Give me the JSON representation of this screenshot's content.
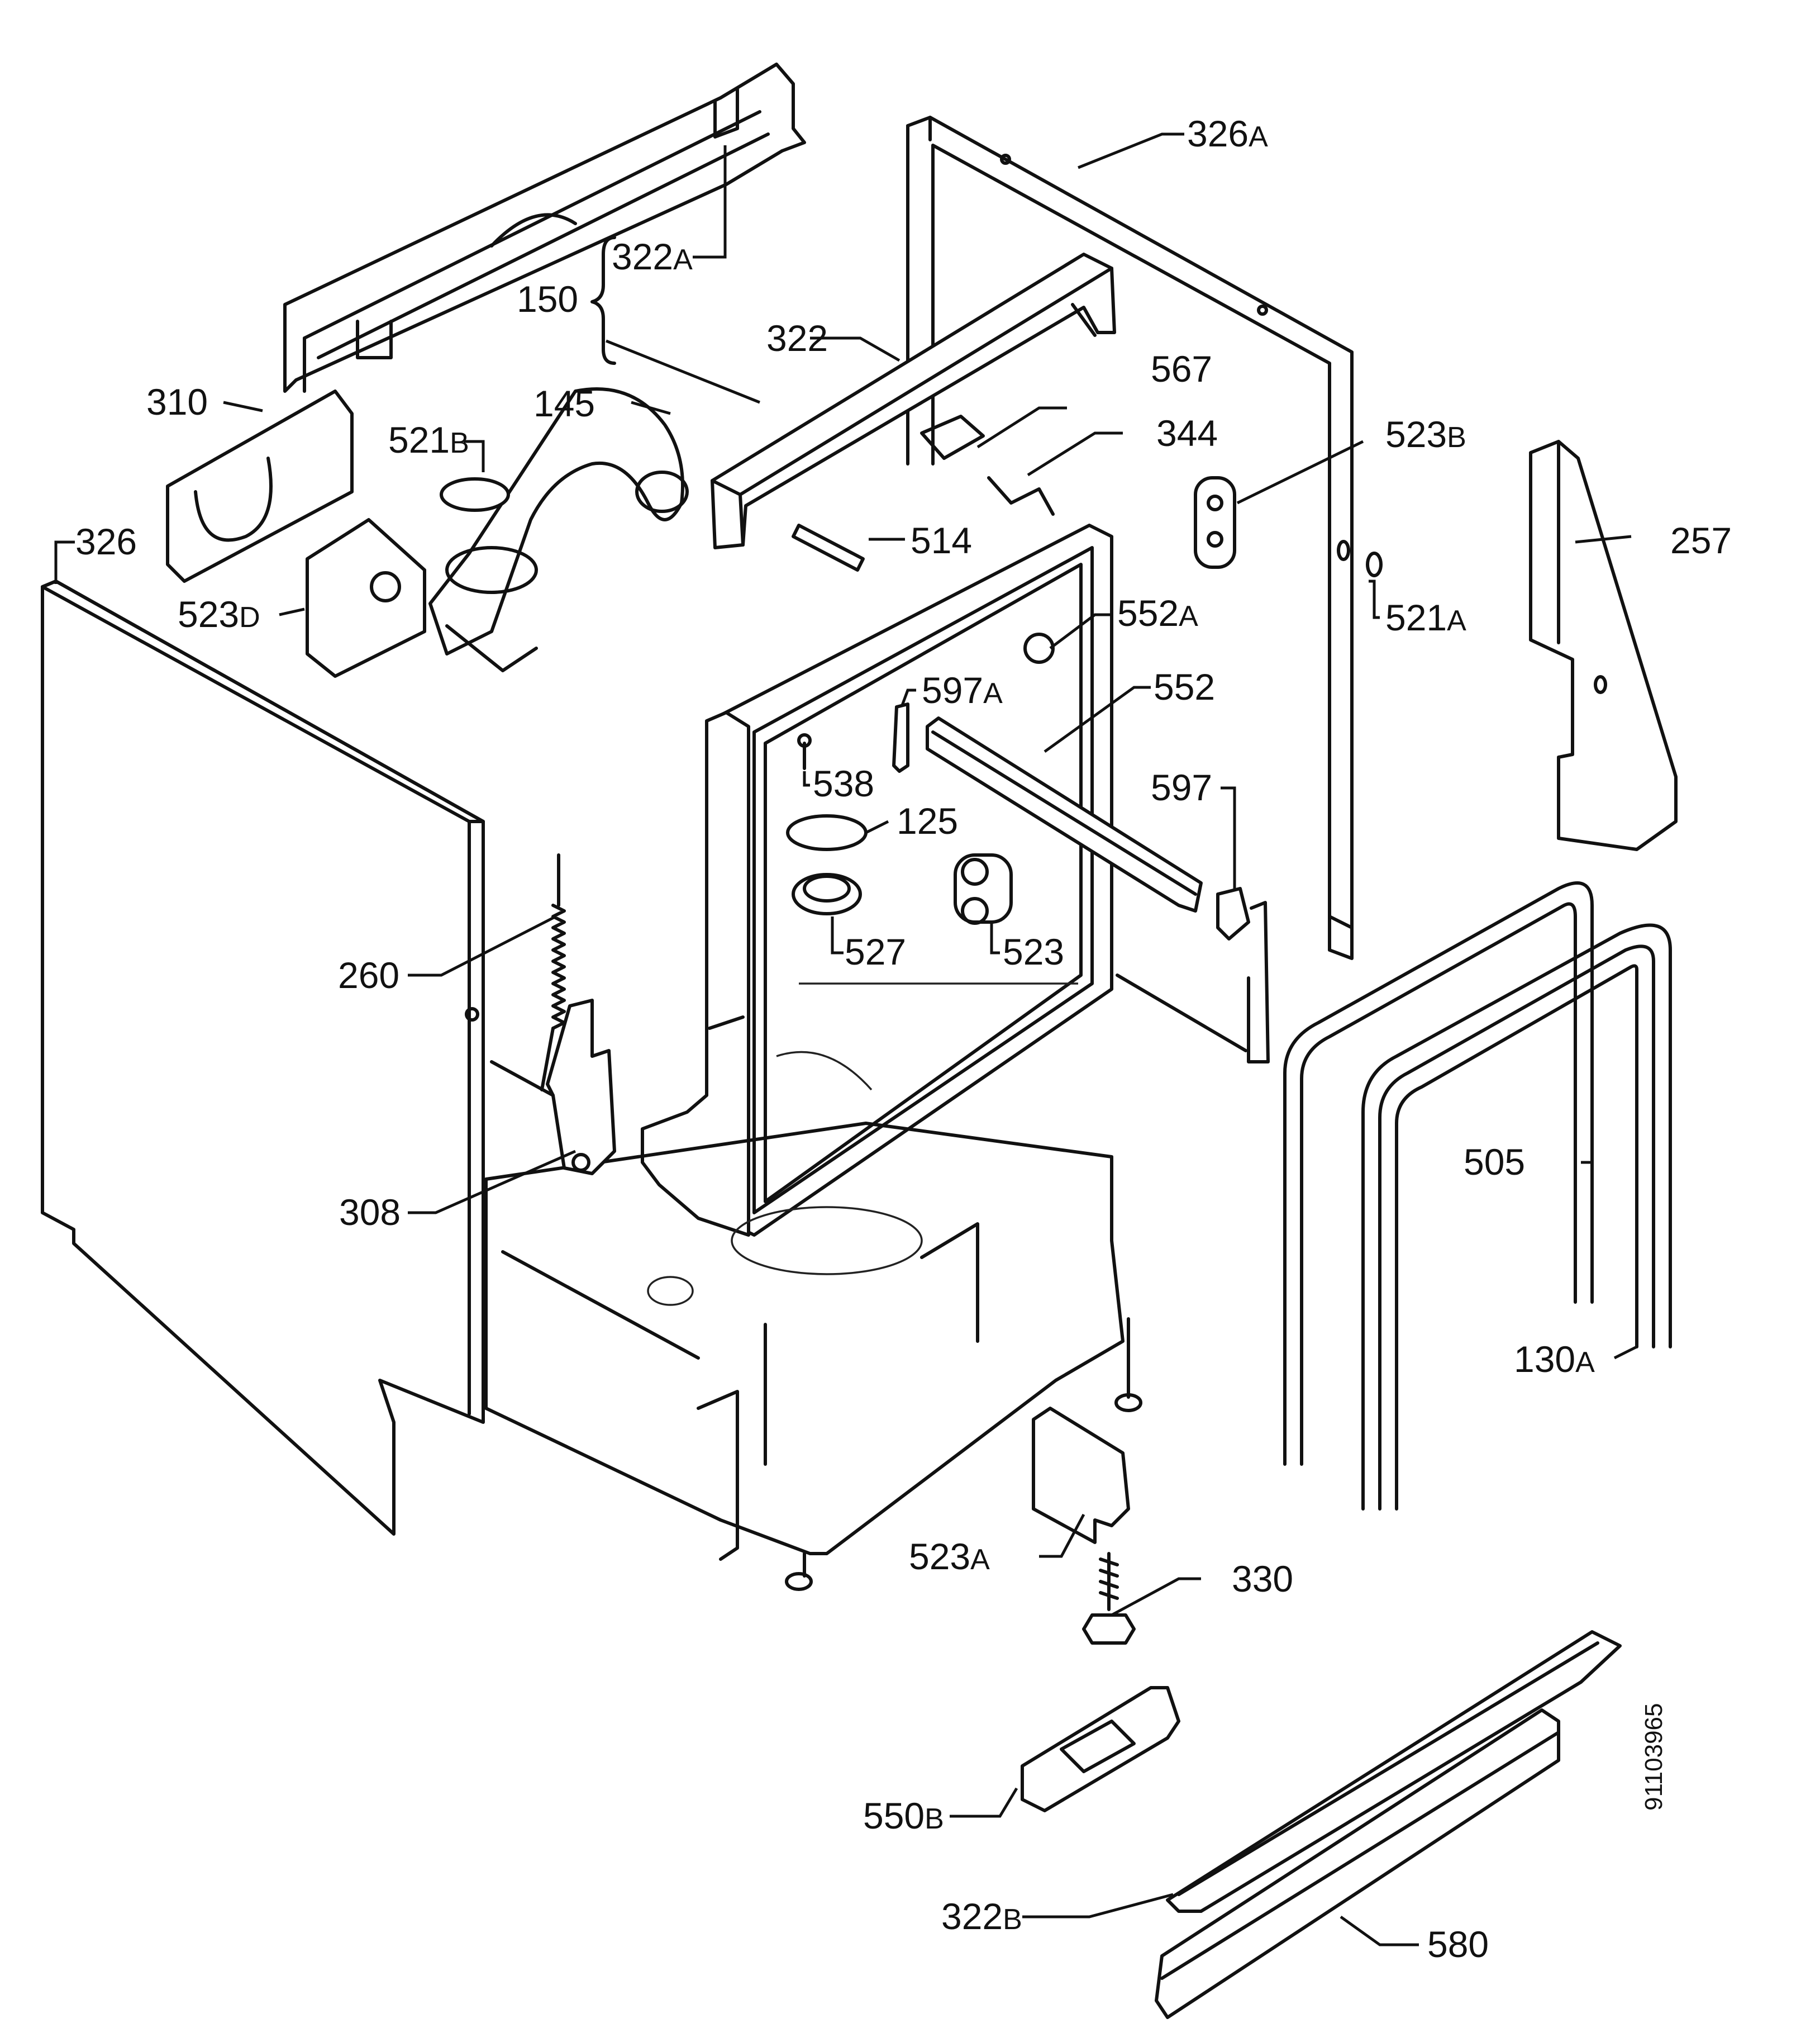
{
  "labels": {
    "l326A": {
      "num": "326",
      "suf": "A"
    },
    "l322A": {
      "num": "322",
      "suf": "A"
    },
    "l150": {
      "num": "150",
      "suf": ""
    },
    "l322": {
      "num": "322",
      "suf": ""
    },
    "l567": {
      "num": "567",
      "suf": ""
    },
    "l310": {
      "num": "310",
      "suf": ""
    },
    "l145": {
      "num": "145",
      "suf": ""
    },
    "l344": {
      "num": "344",
      "suf": ""
    },
    "l523B": {
      "num": "523",
      "suf": "B"
    },
    "l521B": {
      "num": "521",
      "suf": "B"
    },
    "l326": {
      "num": "326",
      "suf": ""
    },
    "l514": {
      "num": "514",
      "suf": ""
    },
    "l257": {
      "num": "257",
      "suf": ""
    },
    "l523D": {
      "num": "523",
      "suf": "D"
    },
    "l552A": {
      "num": "552",
      "suf": "A"
    },
    "l521A": {
      "num": "521",
      "suf": "A"
    },
    "l597A": {
      "num": "597",
      "suf": "A"
    },
    "l552": {
      "num": "552",
      "suf": ""
    },
    "l538": {
      "num": "538",
      "suf": ""
    },
    "l597": {
      "num": "597",
      "suf": ""
    },
    "l125": {
      "num": "125",
      "suf": ""
    },
    "l527": {
      "num": "527",
      "suf": ""
    },
    "l523": {
      "num": "523",
      "suf": ""
    },
    "l260": {
      "num": "260",
      "suf": ""
    },
    "l505": {
      "num": "505",
      "suf": ""
    },
    "l308": {
      "num": "308",
      "suf": ""
    },
    "l130A": {
      "num": "130",
      "suf": "A"
    },
    "l523A": {
      "num": "523",
      "suf": "A"
    },
    "l330": {
      "num": "330",
      "suf": ""
    },
    "l550B": {
      "num": "550",
      "suf": "B"
    },
    "l322B": {
      "num": "322",
      "suf": "B"
    },
    "l580": {
      "num": "580",
      "suf": ""
    }
  },
  "document_number": "91103965"
}
